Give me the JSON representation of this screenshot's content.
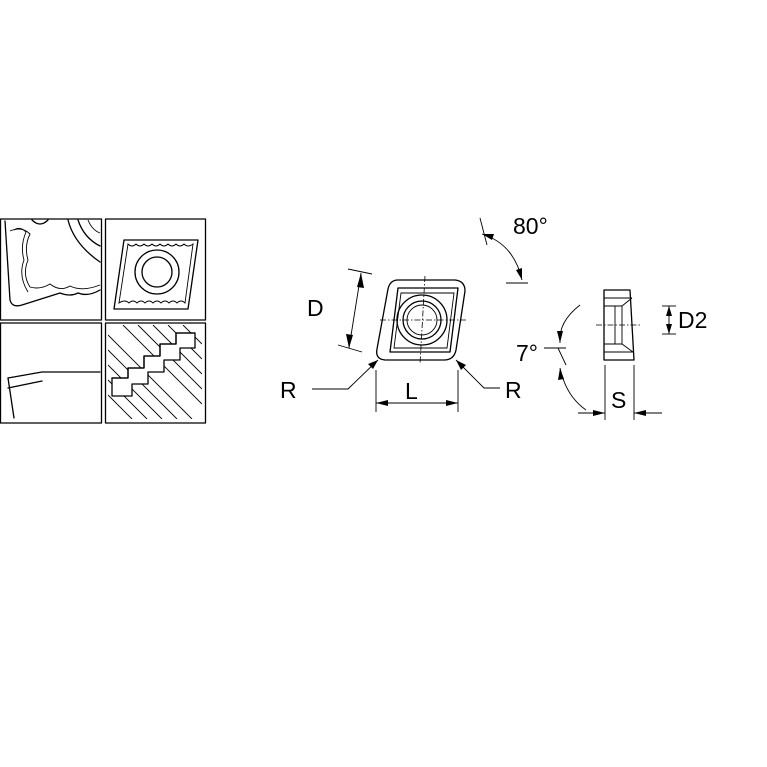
{
  "labels": {
    "angle_nose": "80°",
    "dim_d": "D",
    "dim_d2": "D2",
    "angle_clearance": "7°",
    "radius_left": "R",
    "radius_right": "R",
    "dim_l": "L",
    "dim_s": "S"
  },
  "colors": {
    "line": "#000000",
    "background": "#ffffff"
  },
  "icons": [
    "chipbreaker-geometry-icon",
    "insert-topview-icon",
    "edge-profile-icon",
    "hatched-application-icon"
  ]
}
